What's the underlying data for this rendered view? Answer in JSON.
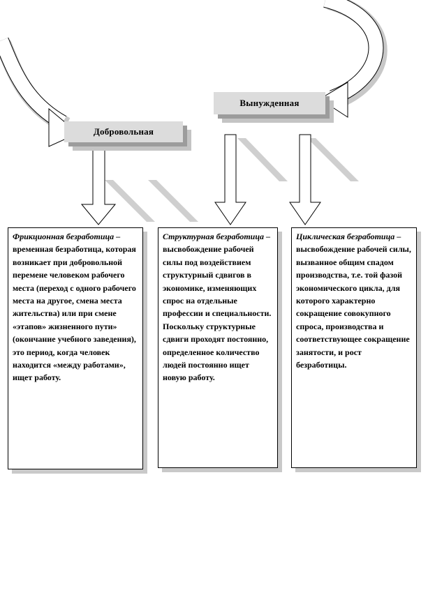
{
  "categories": {
    "voluntary": "Добровольная",
    "forced": "Вынужденная"
  },
  "types": [
    {
      "term": "Фрикционная безработица",
      "dash": " –",
      "definition": "временная безработица, которая возникает при добровольной перемене человеком рабочего места (переход  с одного рабочего места на другое,  смена места жительства) или при смене «этапов» жизненного пути» (окончание учебного заведения), это период, когда человек находится «между работами», ищет работу."
    },
    {
      "term": "Структурная безработица",
      "dash": " –",
      "definition": "высвобождение рабочей силы под воздействием структурный  сдвигов в экономике, изменяющих спрос на отдельные профессии и специальности. Поскольку структурные  сдвиги проходят постоянно, определенное количество людей постоянно ищет новую работу."
    },
    {
      "term": "Циклическая безработица",
      "dash": " –",
      "definition": "высвобождение рабочей силы, вызванное общим спадом производства, т.е. той фазой экономического цикла, для которого характерно сокращение совокупного спроса, производства и соответствующее сокращение  занятости, и рост безработицы."
    }
  ],
  "colors": {
    "box_fill": "#dcdcdc",
    "shadow_dark": "#9c9c9c",
    "shadow_light": "#c4c4c4",
    "line": "#000000"
  }
}
